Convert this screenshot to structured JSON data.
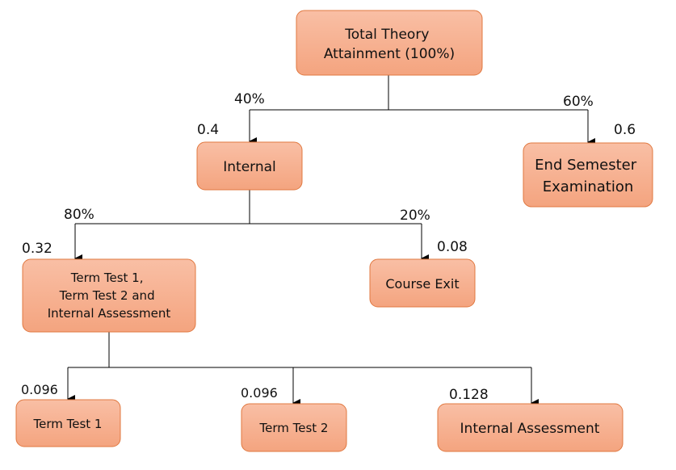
{
  "nodes": {
    "total": {
      "lines": [
        "Total Theory",
        "Attainment (100%)"
      ]
    },
    "internal": {
      "lines": [
        "Internal"
      ]
    },
    "end_sem": {
      "lines": [
        "End Semester",
        "Examination"
      ]
    },
    "tt_ia": {
      "lines": [
        "Term Test 1,",
        "Term Test 2 and",
        "Internal Assessment"
      ]
    },
    "course_exit": {
      "lines": [
        "Course Exit"
      ]
    },
    "tt1": {
      "lines": [
        "Term Test 1"
      ]
    },
    "tt2": {
      "lines": [
        "Term Test 2"
      ]
    },
    "ia": {
      "lines": [
        "Internal Assessment"
      ]
    }
  },
  "labels": {
    "pct_internal": "40%",
    "pct_end_sem": "60%",
    "w_internal": "0.4",
    "w_end_sem": "0.6",
    "pct_tt_ia": "80%",
    "pct_course_exit": "20%",
    "w_tt_ia": "0.32",
    "w_course_exit": "0.08",
    "w_tt1": "0.096",
    "w_tt2": "0.096",
    "w_ia": "0.128"
  },
  "colors": {
    "node_fill_top": "#f9bfa5",
    "node_fill_bottom": "#f4a47f",
    "node_stroke": "#e07840",
    "connector": "#000000"
  }
}
